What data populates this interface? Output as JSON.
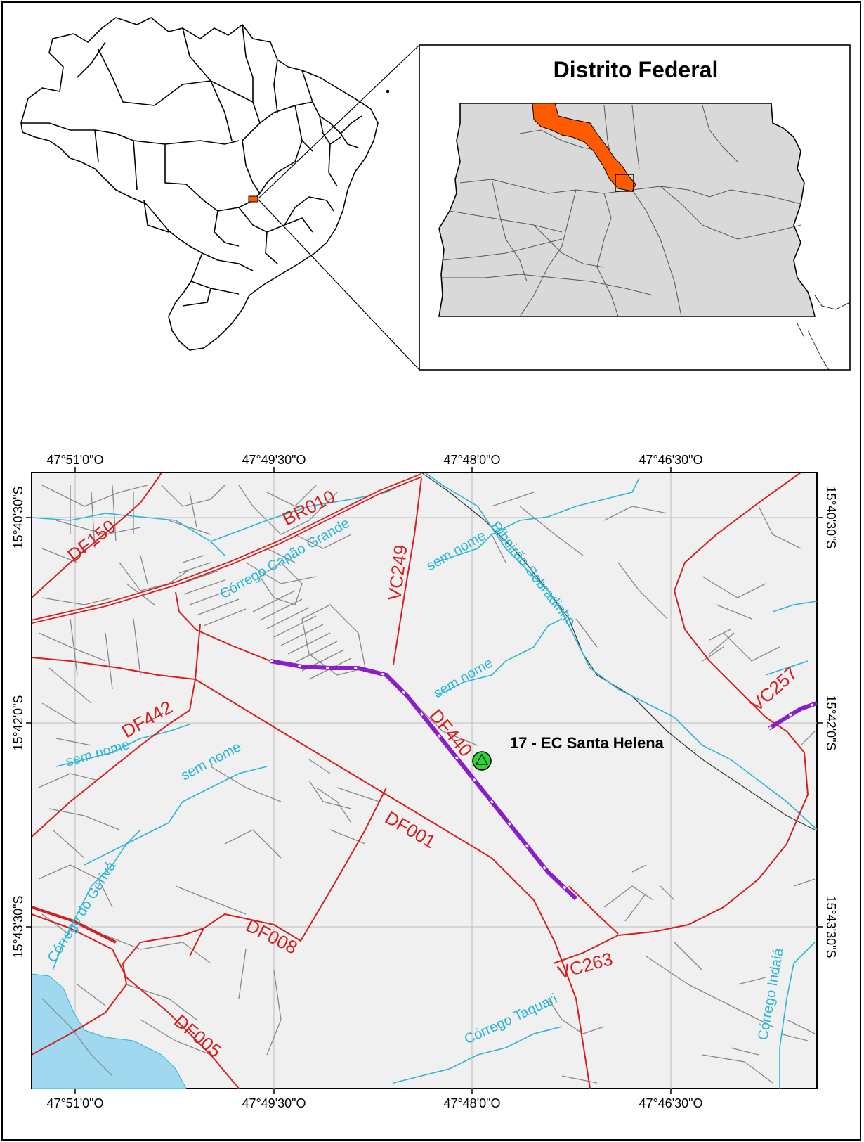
{
  "inset": {
    "title": "Distrito Federal"
  },
  "map": {
    "top_ticks": [
      "47°51'0\"O",
      "47°49'30\"O",
      "47°48'0\"O",
      "47°46'30\"O"
    ],
    "bottom_ticks": [
      "47°51'0\"O",
      "47°49'30\"O",
      "47°48'0\"O",
      "47°46'30\"O"
    ],
    "left_ticks": [
      "15°40'30\"S",
      "15°42'0\"S",
      "15°43'30\"S"
    ],
    "right_ticks": [
      "15°40'30\"S",
      "15°42'0\"S",
      "15°43'30\"S"
    ],
    "roads": {
      "br010": "BR010",
      "df150": "DF150",
      "vc249": "VC249",
      "df442": "DF442",
      "df440": "DF440",
      "df001": "DF001",
      "df008": "DF008",
      "df005": "DF005",
      "vc263": "VC263",
      "vc257": "VC257"
    },
    "streams": {
      "capao_grande": "Córrego Capão Grande",
      "ribeirao_sobradinho": "Ribeirão Sobradinho",
      "sem_nome_1": "sem nome",
      "sem_nome_2": "sem nome",
      "sem_nome_3": "sem nome",
      "sem_nome_4": "sem nome",
      "corrego_geriva": "Córrego do Gerivá",
      "corrego_taquari": "Córrego Taquari",
      "corrego_indaia": "Córrego Indaiá"
    },
    "station": {
      "label": "17 - EC Santa Helena"
    }
  },
  "colors": {
    "road": "#d42020",
    "stream": "#2bb6d6",
    "highlight_road": "#8a1fc8",
    "station": "#2fd13a",
    "df_region": "#ff5a00",
    "map_bg": "#f0f0f0",
    "inset_bg": "#d9d9d9",
    "lake": "#9fd8ef"
  }
}
